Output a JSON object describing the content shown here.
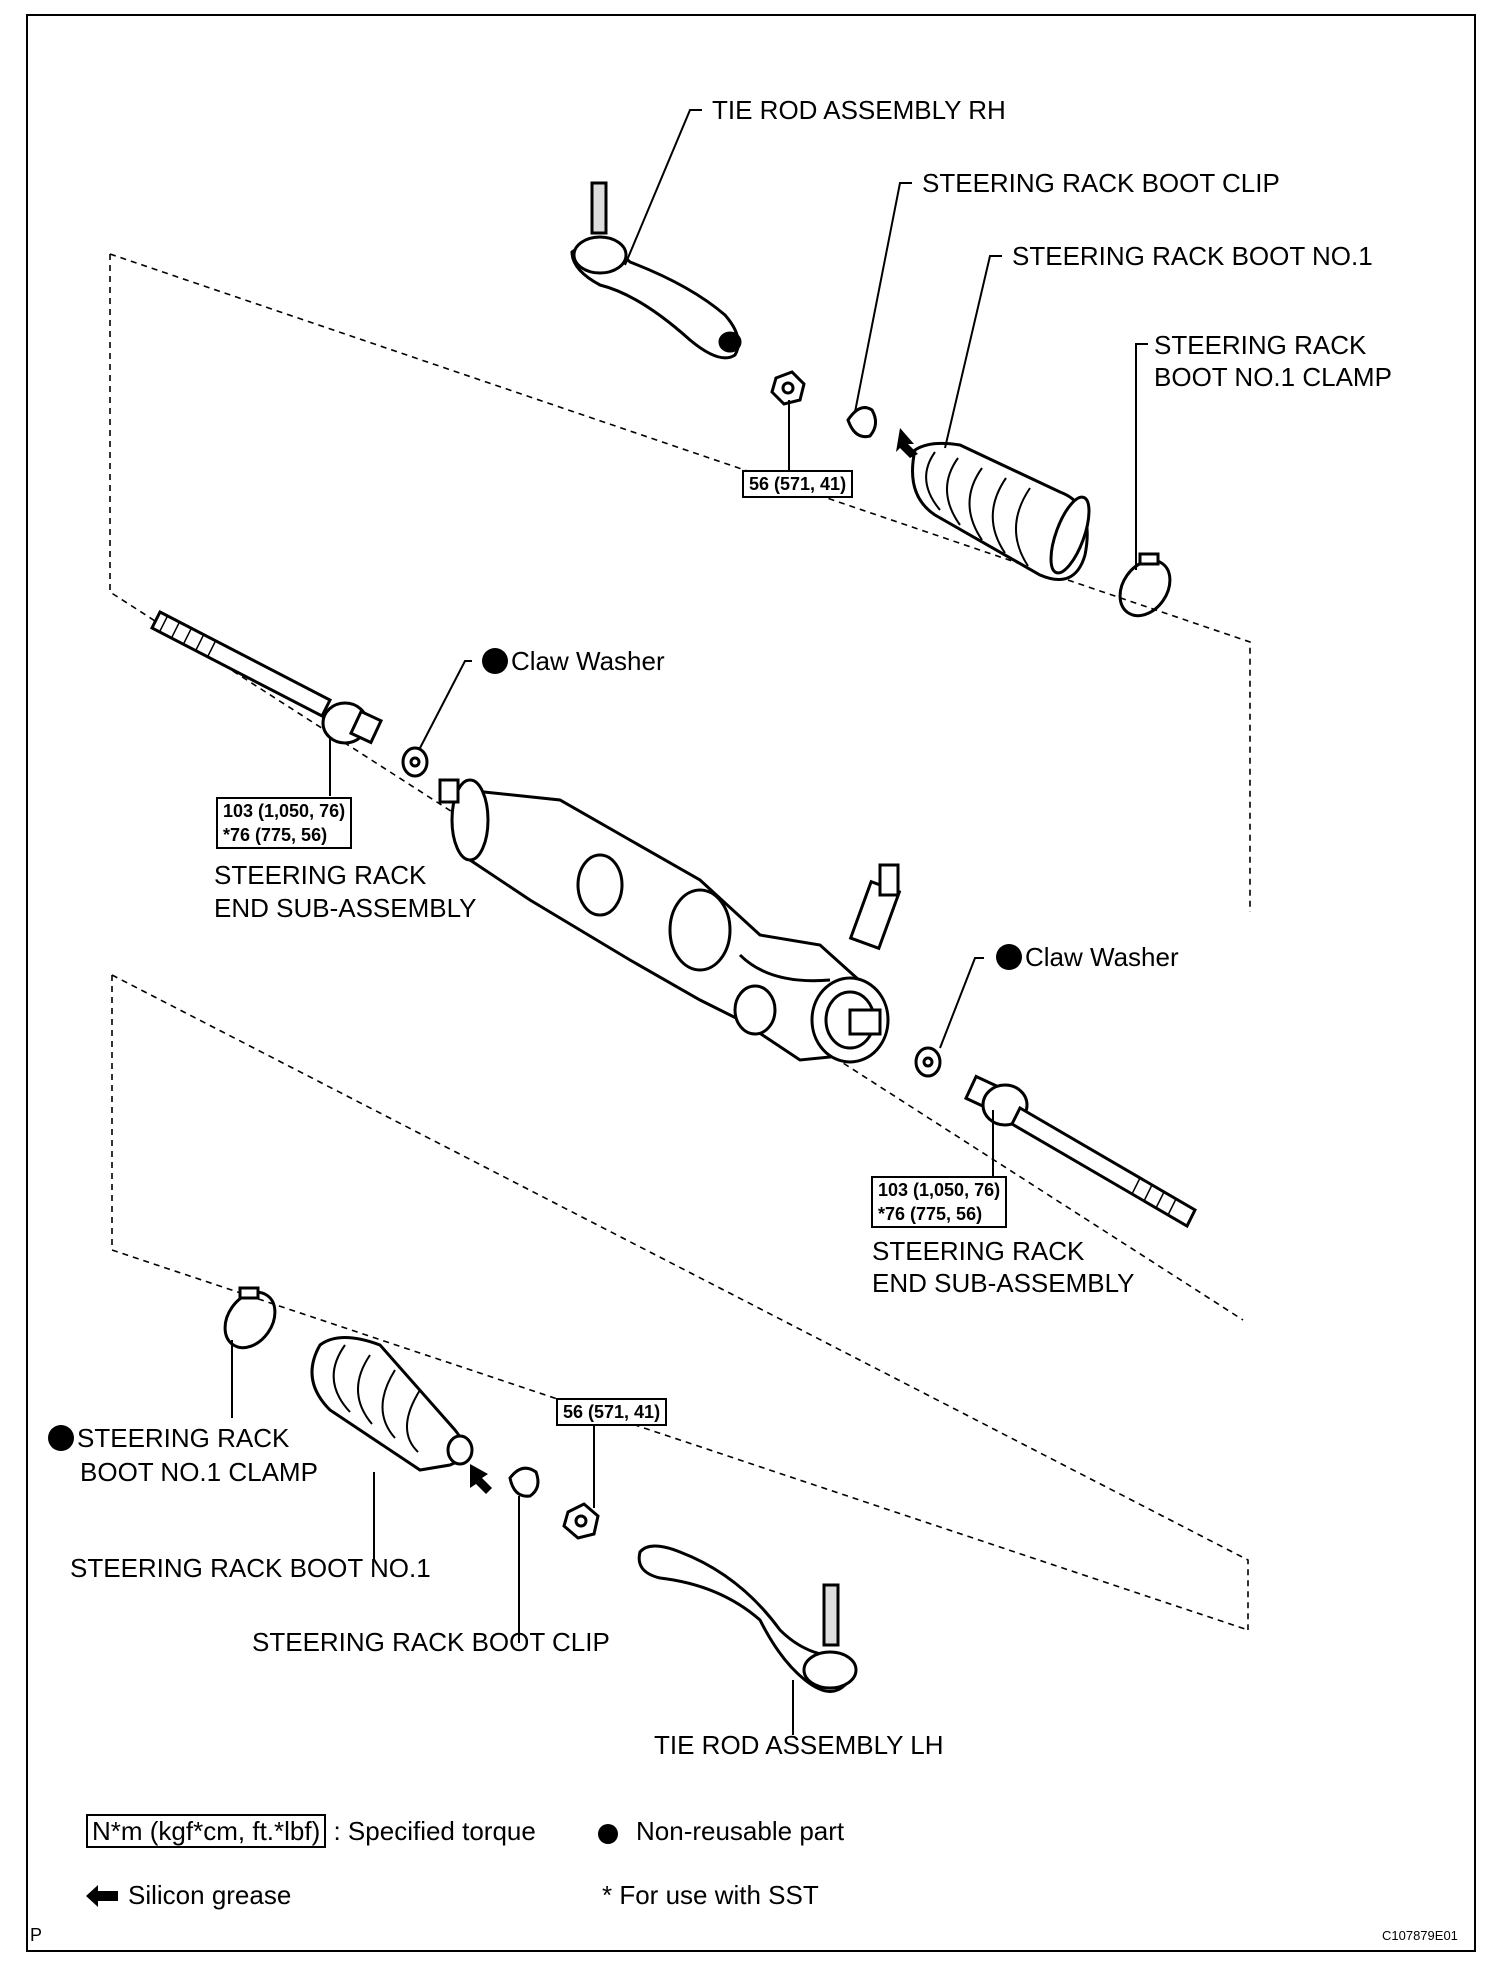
{
  "labels": {
    "tie_rod_rh": "TIE ROD ASSEMBLY RH",
    "boot_clip_top": "STEERING RACK BOOT CLIP",
    "boot_no1_top": "STEERING RACK BOOT NO.1",
    "boot_clamp_top_1": "STEERING RACK",
    "boot_clamp_top_2": "BOOT NO.1 CLAMP",
    "claw_washer_1": "Claw Washer",
    "claw_washer_2": "Claw Washer",
    "rack_end_left_1": "STEERING RACK",
    "rack_end_left_2": "END SUB-ASSEMBLY",
    "rack_end_right_1": "STEERING RACK",
    "rack_end_right_2": "END SUB-ASSEMBLY",
    "boot_clamp_bottom_1": "STEERING RACK",
    "boot_clamp_bottom_2": "BOOT NO.1 CLAMP",
    "boot_no1_bottom": "STEERING RACK BOOT NO.1",
    "boot_clip_bottom": "STEERING RACK BOOT CLIP",
    "tie_rod_lh": "TIE ROD ASSEMBLY LH"
  },
  "torques": {
    "nut_top": "56 (571, 41)",
    "nut_bottom": "56 (571, 41)",
    "rack_end_left_1": "103 (1,050, 76)",
    "rack_end_left_2": "*76 (775, 56)",
    "rack_end_right_1": "103 (1,050, 76)",
    "rack_end_right_2": "*76 (775, 56)"
  },
  "legend": {
    "torque_unit": "N*m (kgf*cm, ft.*lbf)",
    "torque_desc": ": Specified torque",
    "nonreusable": "Non-reusable part",
    "grease": "Silicon grease",
    "sst": "* For use with SST"
  },
  "footer": {
    "left_mark": "P",
    "figure_code": "C107879E01"
  },
  "icons": {
    "non_reusable": "filled-circle-icon",
    "grease": "left-arrow-icon"
  }
}
